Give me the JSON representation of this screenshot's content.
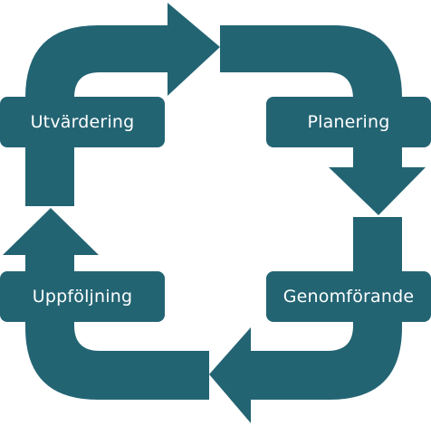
{
  "diagram": {
    "type": "cycle",
    "color": "#236473",
    "text_color": "#ffffff",
    "background": "#ffffff",
    "direction": "clockwise",
    "steps": [
      {
        "id": "utvardering",
        "label": "Utvärdering"
      },
      {
        "id": "planering",
        "label": "Planering"
      },
      {
        "id": "genomforande",
        "label": "Genomförande"
      },
      {
        "id": "uppfoljning",
        "label": "Uppföljning"
      }
    ],
    "arrows": [
      {
        "from": "utvardering",
        "to": "planering"
      },
      {
        "from": "planering",
        "to": "genomforande"
      },
      {
        "from": "genomforande",
        "to": "uppfoljning"
      },
      {
        "from": "uppfoljning",
        "to": "utvardering"
      }
    ]
  }
}
